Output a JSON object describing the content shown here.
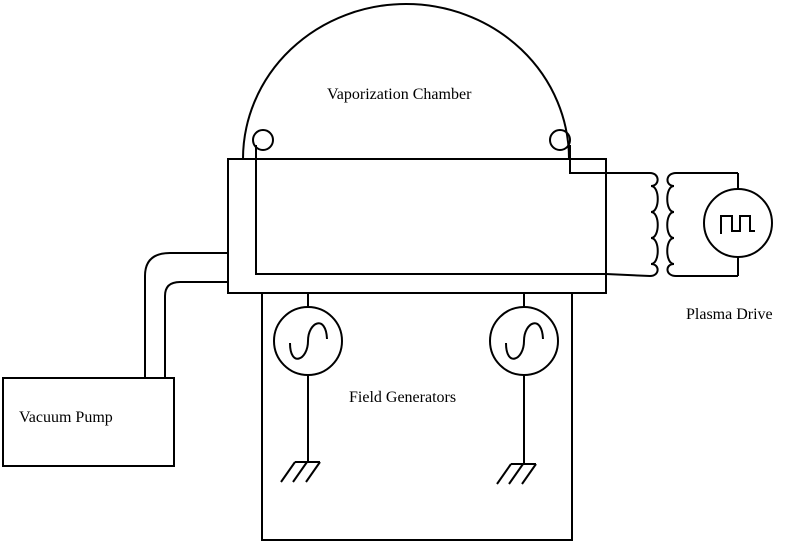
{
  "diagram": {
    "title": "Plasma vaporization apparatus",
    "labels": {
      "chamber": "Vaporization Chamber",
      "plasma_drive": "Plasma Drive",
      "vacuum_pump": "Vacuum Pump",
      "field_generators": "Field Generators"
    },
    "components": [
      {
        "id": "vaporization-chamber",
        "type": "dome-chamber"
      },
      {
        "id": "plasma-drive",
        "type": "square-wave-source",
        "icon": "square-wave-icon"
      },
      {
        "id": "transformer",
        "type": "coupled-inductors"
      },
      {
        "id": "vacuum-pump",
        "type": "box"
      },
      {
        "id": "field-generator-left",
        "type": "ac-source",
        "icon": "sine-wave-icon"
      },
      {
        "id": "field-generator-right",
        "type": "ac-source",
        "icon": "sine-wave-icon"
      },
      {
        "id": "ground-left",
        "type": "ground",
        "icon": "ground-icon"
      },
      {
        "id": "ground-right",
        "type": "ground",
        "icon": "ground-icon"
      }
    ],
    "colors": {
      "stroke": "#000000",
      "background": "#ffffff"
    }
  }
}
